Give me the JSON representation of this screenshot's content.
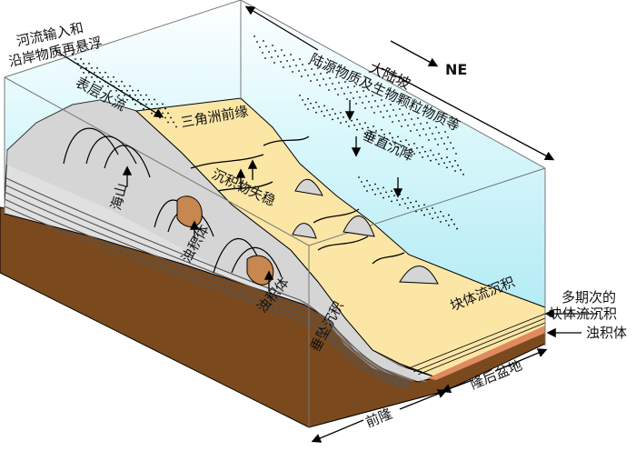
{
  "colors": {
    "water": "#bfeff7",
    "water_top": "#e8fbff",
    "sediment": "#fbe6a6",
    "seamount": "#d9d9d9",
    "base": "#7a4a1e",
    "turbidite": "#c8874f",
    "mass_flow": "#e08a60"
  },
  "labels": {
    "river_input_line1": "河流输入和",
    "river_input_line2": "沿岸物质再悬浮",
    "surface_current": "表层水流",
    "delta_front": "三角洲前缘",
    "continental_slope": "大陆坡",
    "direction": "NE",
    "terrigenous": "陆源物质及生物颗粒物质等",
    "vertical_settling": "垂直沉降",
    "sediment_instability": "沉积物失稳",
    "seamount": "海山",
    "turbidite_1": "浊积体",
    "turbidite_2": "浊积体",
    "pendant_deposit": "垂坠沉积",
    "mass_flow_deposit": "块体流沉积",
    "multi_mass_flow_line1": "多期次的",
    "multi_mass_flow_line2": "块体流沉积",
    "turbidite_3": "浊积体",
    "back_bulge_basin": "隆后盆地",
    "forebulge": "前隆"
  }
}
